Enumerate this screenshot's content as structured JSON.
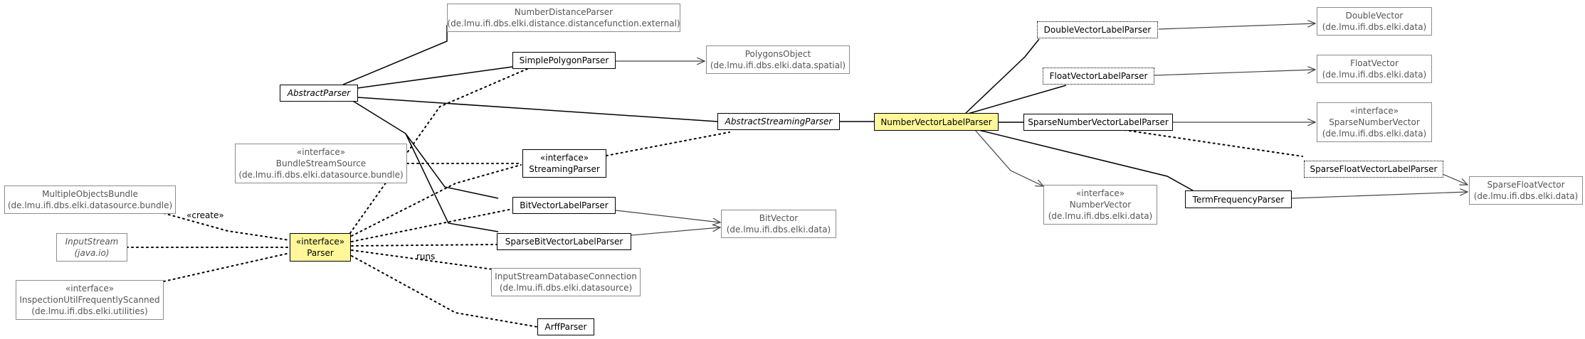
{
  "colors": {
    "focus_fill": "#fff799",
    "external_border": "#8c8c8c",
    "external_text": "#555555",
    "edge": "#000000",
    "edge_light": "#555555"
  },
  "nodes": {
    "number_distance_parser": {
      "line1": "NumberDistanceParser",
      "line2": "(de.lmu.ifi.dbs.elki.distance.distancefunction.external)"
    },
    "simple_polygon_parser": {
      "line1": "SimplePolygonParser"
    },
    "polygons_object": {
      "line1": "PolygonsObject",
      "line2": "(de.lmu.ifi.dbs.elki.data.spatial)"
    },
    "abstract_parser": {
      "line1": "AbstractParser"
    },
    "bundle_stream_source": {
      "line1": "«interface»",
      "line2": "BundleStreamSource",
      "line3": "(de.lmu.ifi.dbs.elki.datasource.bundle)"
    },
    "streaming_parser": {
      "line1": "«interface»",
      "line2": "StreamingParser"
    },
    "abstract_streaming_parser": {
      "line1": "AbstractStreamingParser"
    },
    "number_vector_label_parser": {
      "line1": "NumberVectorLabelParser"
    },
    "double_vector_label_parser": {
      "line1": "DoubleVectorLabelParser"
    },
    "double_vector": {
      "line1": "DoubleVector",
      "line2": "(de.lmu.ifi.dbs.elki.data)"
    },
    "float_vector_label_parser": {
      "line1": "FloatVectorLabelParser"
    },
    "float_vector": {
      "line1": "FloatVector",
      "line2": "(de.lmu.ifi.dbs.elki.data)"
    },
    "sparse_number_vector_label_parser": {
      "line1": "SparseNumberVectorLabelParser"
    },
    "sparse_number_vector": {
      "line1": "«interface»",
      "line2": "SparseNumberVector",
      "line3": "(de.lmu.ifi.dbs.elki.data)"
    },
    "sparse_float_vector_label_parser": {
      "line1": "SparseFloatVectorLabelParser"
    },
    "sparse_float_vector": {
      "line1": "SparseFloatVector",
      "line2": "(de.lmu.ifi.dbs.elki.data)"
    },
    "term_frequency_parser": {
      "line1": "TermFrequencyParser"
    },
    "number_vector": {
      "line1": "«interface»",
      "line2": "NumberVector",
      "line3": "(de.lmu.ifi.dbs.elki.data)"
    },
    "multiple_objects_bundle": {
      "line1": "MultipleObjectsBundle",
      "line2": "(de.lmu.ifi.dbs.elki.datasource.bundle)"
    },
    "input_stream": {
      "line1": "InputStream",
      "line2": "(java.io)"
    },
    "inspection_util": {
      "line1": "«interface»",
      "line2": "InspectionUtilFrequentlyScanned",
      "line3": "(de.lmu.ifi.dbs.elki.utilities)"
    },
    "parser": {
      "line1": "«interface»",
      "line2": "Parser"
    },
    "bit_vector_label_parser": {
      "line1": "BitVectorLabelParser"
    },
    "bit_vector": {
      "line1": "BitVector",
      "line2": "(de.lmu.ifi.dbs.elki.data)"
    },
    "sparse_bit_vector_label_parser": {
      "line1": "SparseBitVectorLabelParser"
    },
    "input_stream_database_connection": {
      "line1": "InputStreamDatabaseConnection",
      "line2": "(de.lmu.ifi.dbs.elki.datasource)"
    },
    "arff_parser": {
      "line1": "ArffParser"
    }
  },
  "edge_labels": {
    "create": "«create»",
    "runs": "runs"
  }
}
